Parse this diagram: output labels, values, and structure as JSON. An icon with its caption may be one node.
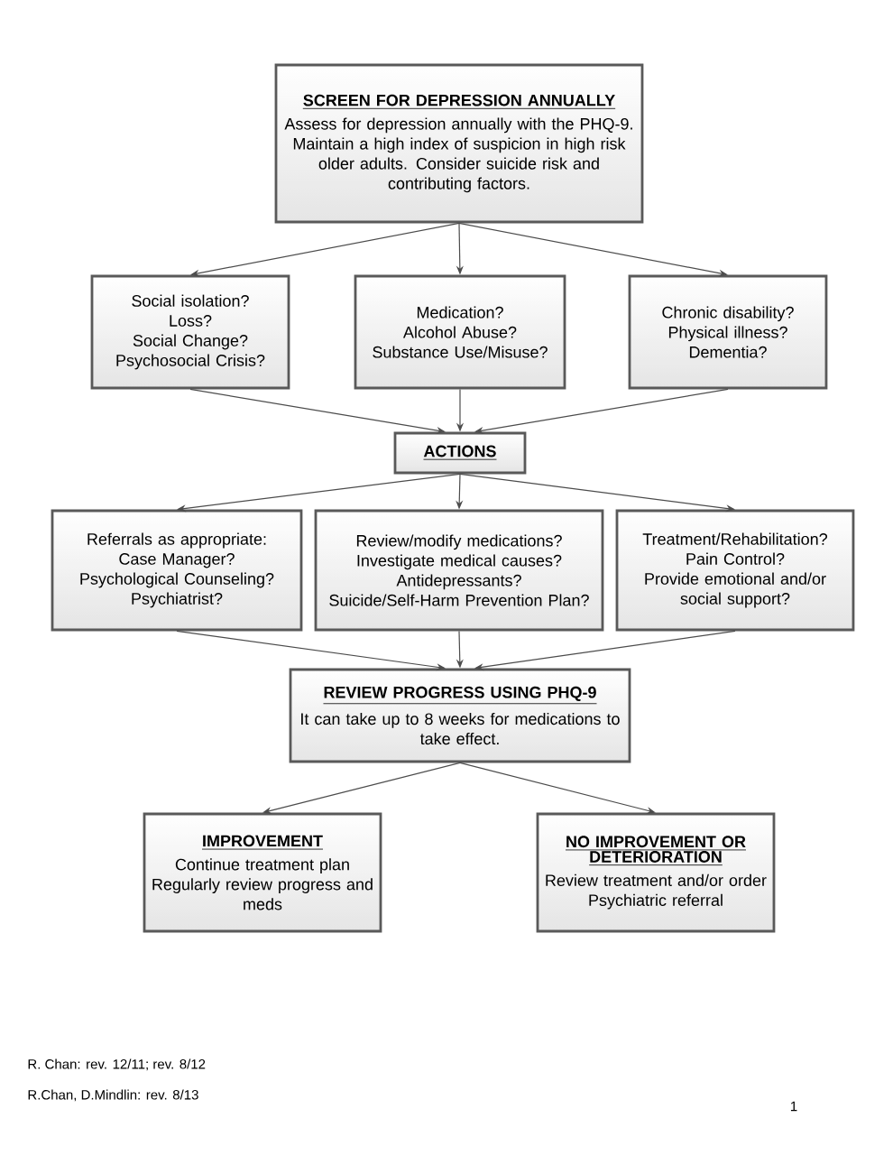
{
  "diagram": {
    "nodes": [
      {
        "text": [
          "SCREEN FOR DEPRESSION ANNUALLY",
          "Assess for depression annually with the PHQ-9. Maintain a high index of suspicion in high risk older adults. Consider suicide risk and contributing factors."
        ]
      },
      {
        "text": [
          "Social isolation?",
          "Loss?",
          "Social Change?",
          "Psychosocial Crisis?"
        ]
      },
      {
        "text": [
          "Medication?",
          "Alcohol Abuse?",
          "Substance Use/Misuse?"
        ]
      },
      {
        "text": [
          "Chronic disability?",
          "Physical illness?",
          "Dementia?"
        ]
      },
      {
        "text": [
          "ACTIONS"
        ]
      },
      {
        "text": [
          "Referrals as appropriate:",
          "Case Manager?",
          "Psychological Counseling?",
          "Psychiatrist?"
        ]
      },
      {
        "text": [
          "Review/modify medications?",
          "Investigate medical causes?",
          "Antidepressants?",
          "Suicide/Self-Harm Prevention Plan?"
        ]
      },
      {
        "text": [
          "Treatment/Rehabilitation?",
          "Pain Control?",
          "Provide emotional and/or social support?"
        ]
      },
      {
        "text": [
          "REVIEW PROGRESS USING PHQ-9",
          "It can take up to 8 weeks for medications to take effect."
        ]
      },
      {
        "text": [
          "IMPROVEMENT",
          "Continue treatment plan",
          "Regularly review progress and meds"
        ]
      },
      {
        "text": [
          "NO IMPROVEMENT OR DETERIORATION",
          "Review treatment and/or order Psychiatric referral"
        ]
      }
    ],
    "edges": [
      {
        "from": 0,
        "to": 1,
        "arrow": "to"
      },
      {
        "from": 0,
        "to": 2,
        "arrow": "to"
      },
      {
        "from": 0,
        "to": 3,
        "arrow": "to"
      },
      {
        "from": 1,
        "to": 4,
        "arrow": "to"
      },
      {
        "from": 2,
        "to": 4,
        "arrow": "to"
      },
      {
        "from": 3,
        "to": 4,
        "arrow": "to"
      },
      {
        "from": 4,
        "to": 5,
        "arrow": "to"
      },
      {
        "from": 4,
        "to": 6,
        "arrow": "to"
      },
      {
        "from": 4,
        "to": 7,
        "arrow": "to"
      },
      {
        "from": 5,
        "to": 8,
        "arrow": "to"
      },
      {
        "from": 6,
        "to": 8,
        "arrow": "to"
      },
      {
        "from": 7,
        "to": 8,
        "arrow": "to"
      },
      {
        "from": 8,
        "to": 9,
        "arrow": "to"
      },
      {
        "from": 8,
        "to": 10,
        "arrow": "to"
      }
    ],
    "labels": [
      "R. Chan: rev. 12/11; rev. 8/12",
      "R.Chan, D.Mindlin: rev. 8/13",
      "1"
    ]
  }
}
